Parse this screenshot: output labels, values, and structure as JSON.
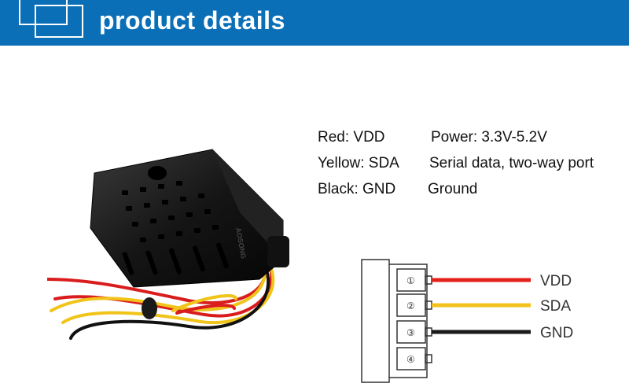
{
  "header": {
    "title": "product details",
    "background_color": "#0a6fb7"
  },
  "product_image": {
    "description_icon": "sensor-module-icon",
    "body_marking": "AOSONG"
  },
  "specs": [
    {
      "wire": "Red: VDD",
      "function": "Power: 3.3V-5.2V"
    },
    {
      "wire": "Yellow: SDA",
      "function": "Serial data, two-way port"
    },
    {
      "wire": "Black: GND",
      "function": "Ground"
    }
  ],
  "pinout": {
    "pins": [
      {
        "number": "①",
        "label": "VDD",
        "color": "#e3201b"
      },
      {
        "number": "②",
        "label": "SDA",
        "color": "#f4c21c"
      },
      {
        "number": "③",
        "label": "GND",
        "color": "#1a1a1a"
      },
      {
        "number": "④",
        "label": ""
      }
    ]
  }
}
